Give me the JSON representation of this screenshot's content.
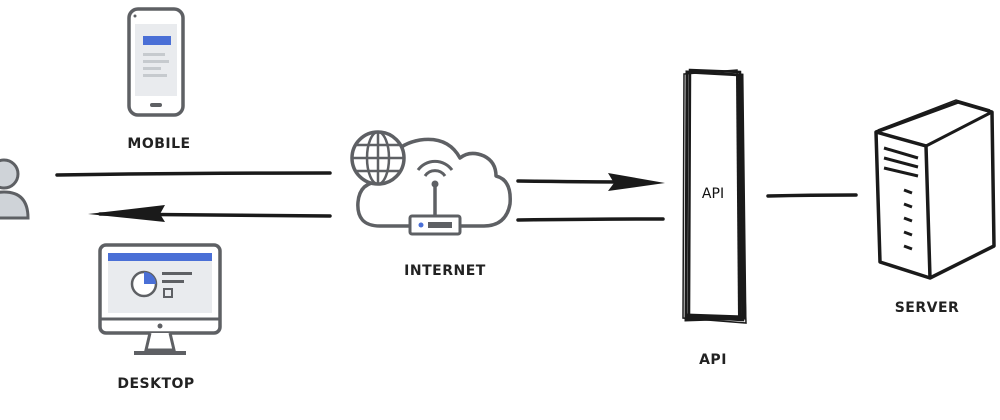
{
  "nodes": {
    "mobile": {
      "label": "MOBILE",
      "icon": "mobile-phone-icon"
    },
    "desktop": {
      "label": "DESKTOP",
      "icon": "desktop-monitor-icon"
    },
    "internet": {
      "label": "INTERNET",
      "icon": "cloud-router-icon"
    },
    "api": {
      "label": "API",
      "inner_label": "API",
      "icon": "api-server-rack-icon"
    },
    "server": {
      "label": "SERVER",
      "icon": "server-tower-icon"
    },
    "user": {
      "icon": "user-icon"
    }
  },
  "edges": [
    {
      "from": "internet",
      "to": "user",
      "direction": "both"
    },
    {
      "from": "internet",
      "to": "api",
      "direction": "both"
    },
    {
      "from": "api",
      "to": "server",
      "direction": "none"
    }
  ],
  "colors": {
    "stroke": "#1a1a1a",
    "icon_gray": "#5e6064",
    "icon_light": "#d9dde2",
    "accent_blue": "#4a6fd6",
    "screen_gray": "#e9ebee"
  }
}
